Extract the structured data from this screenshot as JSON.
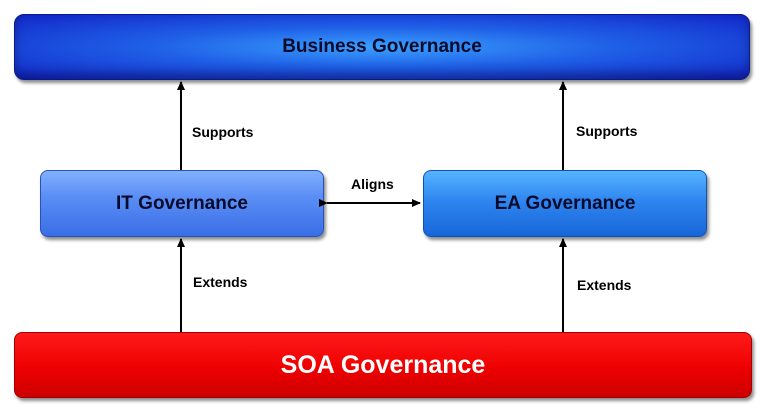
{
  "boxes": {
    "business": "Business Governance",
    "it": "IT Governance",
    "ea": "EA Governance",
    "soa": "SOA Governance"
  },
  "connectors": {
    "it_to_business": "Supports",
    "ea_to_business": "Supports",
    "it_ea": "Aligns",
    "soa_to_it": "Extends",
    "soa_to_ea": "Extends"
  },
  "colors": {
    "business": "#1f5fe6",
    "it": "#5a8ef5",
    "ea": "#2f86f0",
    "soa": "#ee0000"
  }
}
